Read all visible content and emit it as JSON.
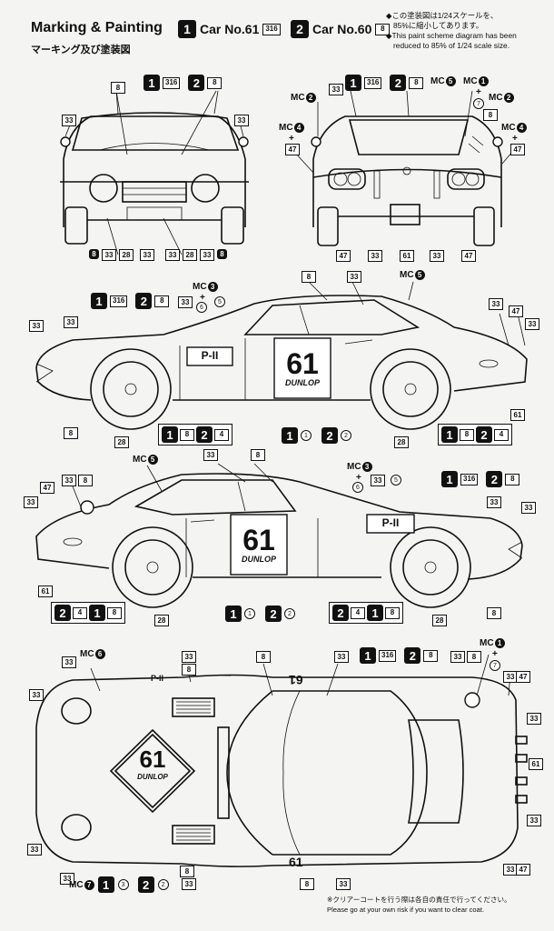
{
  "header": {
    "title": "Marking & Painting",
    "subtitle": "マーキング及び塗装図",
    "car1_num": "1",
    "car1_label": "Car No.61",
    "car1_tag": "316",
    "car2_num": "2",
    "car2_label": "Car No.60",
    "car2_tag": "8"
  },
  "notes": {
    "jp1": "◆この塗装図は1/24スケールを、",
    "jp2": "85%に縮小してあります。",
    "en1": "◆This paint scheme diagram has been",
    "en2": "reduced to 85% of 1/24 scale size."
  },
  "footer": {
    "jp": "※クリアーコートを行う際は各自の責任で行ってください。",
    "en": "Please go at your own risk if you want to clear coat."
  },
  "car": {
    "number": "61",
    "sponsor": "DUNLOP",
    "plate": "P-II"
  },
  "labels": {
    "n33": "33",
    "n8": "8",
    "n28": "28",
    "n47": "47",
    "n61": "61",
    "n316": "316",
    "n4": "4",
    "mc": "MC",
    "mc1": "1",
    "mc2": "2",
    "mc3": "3",
    "mc4": "4",
    "mc5": "5",
    "mc6": "6",
    "mc7": "7",
    "c1": "1",
    "c2": "2",
    "c3": "3",
    "c5": "5",
    "c6": "6",
    "c7": "7",
    "plus": "+"
  }
}
